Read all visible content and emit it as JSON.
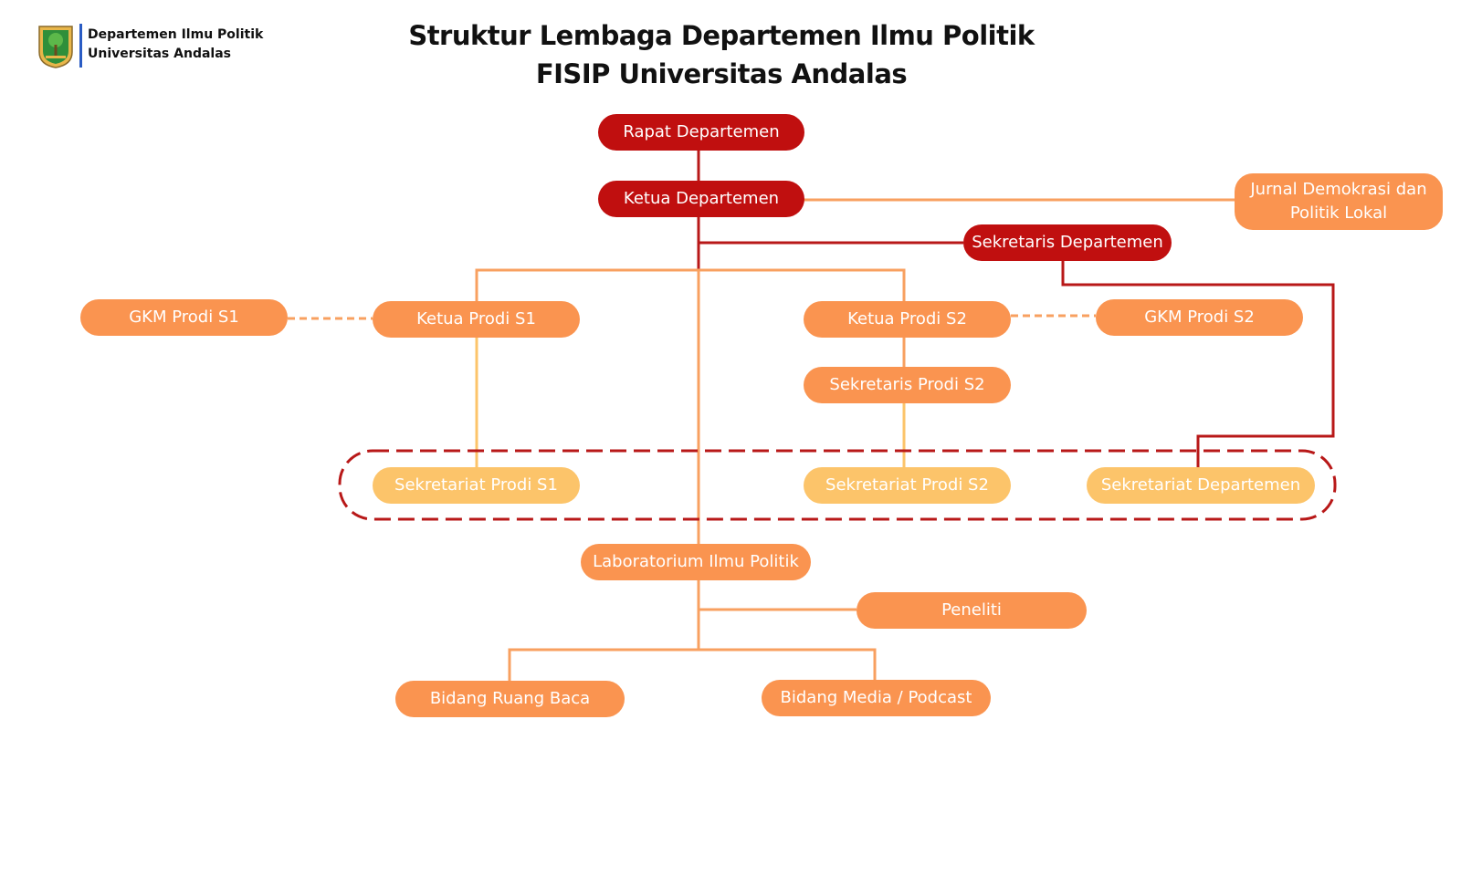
{
  "header": {
    "line1": "Departemen Ilmu Politik",
    "line2": "Universitas Andalas",
    "logo": "university-emblem"
  },
  "title": {
    "line1": "Struktur Lembaga Departemen Ilmu Politik",
    "line2": "FISIP Universitas Andalas"
  },
  "nodes": {
    "rapat": "Rapat Departemen",
    "ketua": "Ketua Departemen",
    "jurnal": "Jurnal Demokrasi dan Politik Lokal",
    "sekretaris": "Sekretaris Departemen",
    "gkm_s1": "GKM Prodi S1",
    "ketua_s1": "Ketua Prodi S1",
    "ketua_s2": "Ketua Prodi S2",
    "gkm_s2": "GKM Prodi S2",
    "sekretaris_s2": "Sekretaris Prodi S2",
    "sekretariat_s1": "Sekretariat Prodi S1",
    "sekretariat_s2": "Sekretariat Prodi S2",
    "sekretariat_dept": "Sekretariat Departemen",
    "lab": "Laboratorium Ilmu Politik",
    "peneliti": "Peneliti",
    "ruang_baca": "Bidang Ruang Baca",
    "media": "Bidang Media / Podcast"
  },
  "colors": {
    "dark_red": "#c00f0f",
    "orange": "#fa9450",
    "light_orange": "#fcc46a",
    "line_orange": "#f8a060",
    "line_yellow": "#fcc46a",
    "line_red": "#b81818",
    "accent_blue": "#2a5cc4"
  }
}
